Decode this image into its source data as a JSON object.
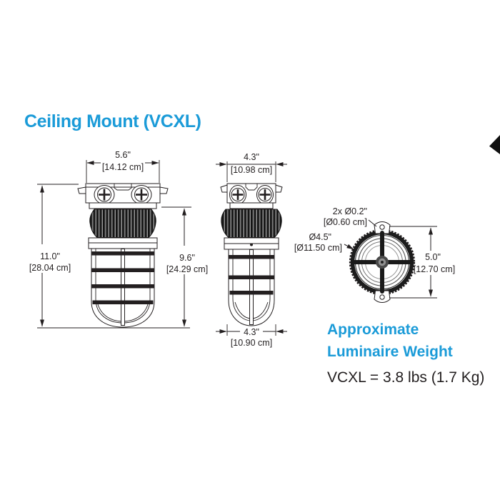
{
  "title": "Ceiling Mount (VCXL)",
  "accent_color": "#1B9BD8",
  "ink_color": "#231F20",
  "views": {
    "front": {
      "dim_width_in": "5.6\"",
      "dim_width_cm": "[14.12 cm]",
      "dim_height_in": "11.0\"",
      "dim_height_cm": "[28.04 cm]",
      "dim_body_height_in": "9.6\"",
      "dim_body_height_cm": "[24.29 cm]"
    },
    "side": {
      "dim_width_top_in": "4.3\"",
      "dim_width_top_cm": "[10.98 cm]",
      "dim_width_bottom_in": "4.3\"",
      "dim_width_bottom_cm": "[10.90 cm]"
    },
    "bottom": {
      "dim_holes_in": "2x Ø0.2\"",
      "dim_holes_cm": "[Ø0.60 cm]",
      "dim_diameter_in": "Ø4.5\"",
      "dim_diameter_cm": "[Ø11.50 cm]",
      "dim_height_in": "5.0\"",
      "dim_height_cm": "[12.70 cm]"
    }
  },
  "weight": {
    "heading_line1": "Approximate",
    "heading_line2": "Luminaire Weight",
    "value": "VCXL = 3.8 lbs (1.7 Kg)"
  }
}
